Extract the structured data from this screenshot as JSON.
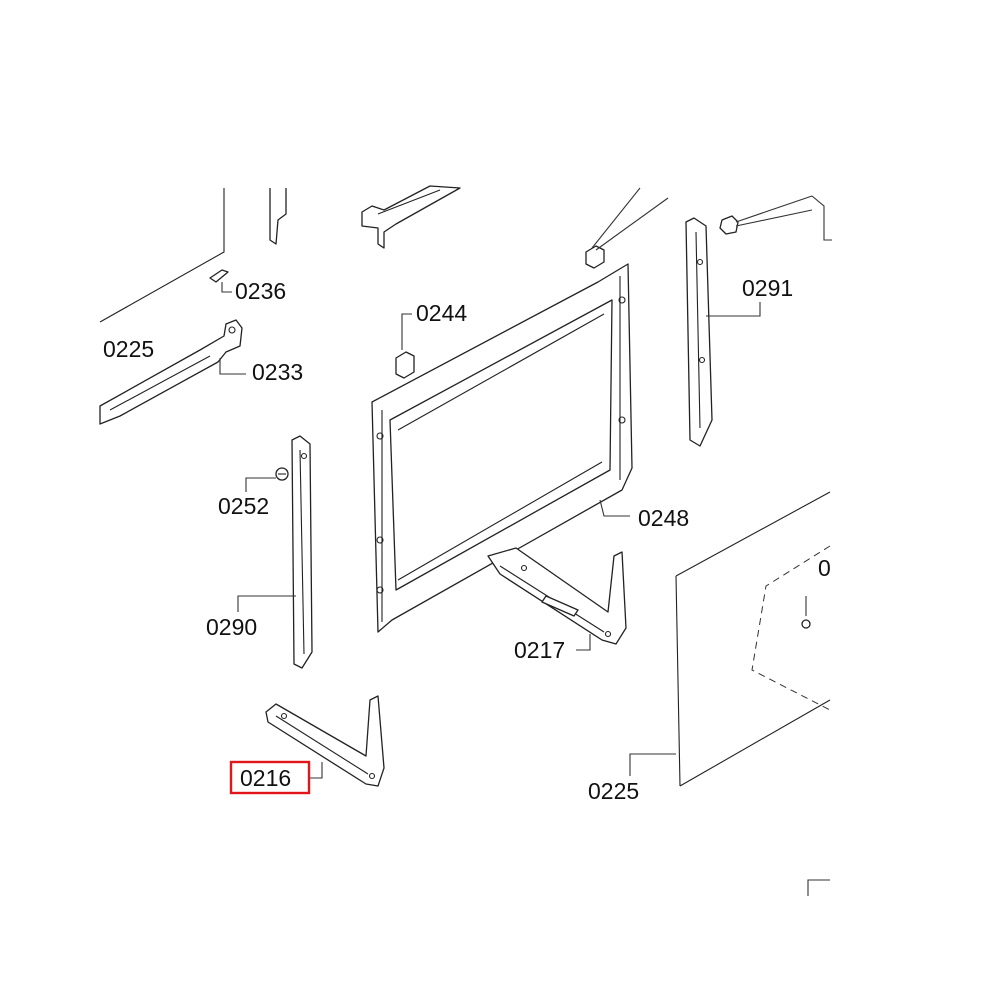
{
  "diagram": {
    "labels": {
      "l0225_top": "0225",
      "l0236": "0236",
      "l0233": "0233",
      "l0244": "0244",
      "l0291": "0291",
      "l0252": "0252",
      "l0248": "0248",
      "l0290": "0290",
      "l0217": "0217",
      "l0216": "0216",
      "l0225_bottom": "0225",
      "l_partial": "0"
    },
    "highlighted_part": "0216",
    "highlight_color": "#e0161b"
  }
}
